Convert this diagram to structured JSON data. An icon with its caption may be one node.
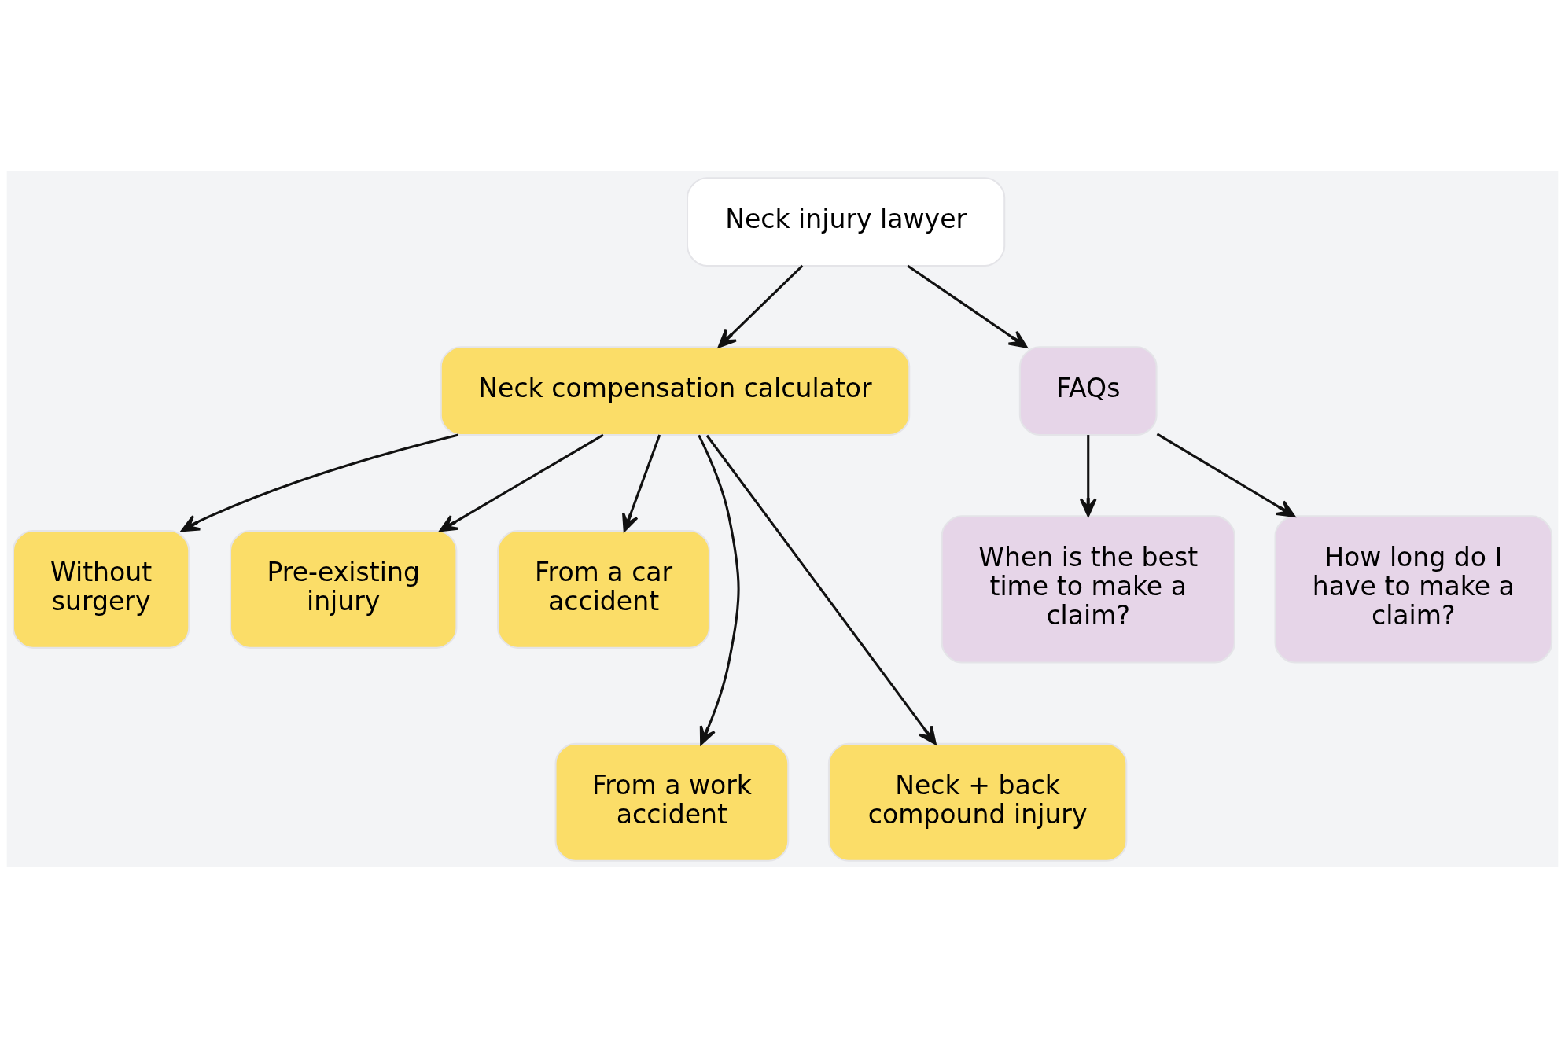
{
  "diagram": {
    "nodes": [
      {
        "text": [
          "Neck injury lawyer"
        ]
      },
      {
        "text": [
          "Neck compensation calculator"
        ]
      },
      {
        "text": [
          "FAQs"
        ]
      },
      {
        "text": [
          "Without surgery"
        ]
      },
      {
        "text": [
          "Pre-existing injury"
        ]
      },
      {
        "text": [
          "From a car accident"
        ]
      },
      {
        "text": [
          "From a work accident"
        ]
      },
      {
        "text": [
          "Neck + back compound injury"
        ]
      },
      {
        "text": [
          "When is the best time to make a claim?"
        ]
      },
      {
        "text": [
          "How long do I have to make a claim?"
        ]
      }
    ],
    "edges": [
      {
        "from": 0,
        "to": 1,
        "arrow": "to"
      },
      {
        "from": 0,
        "to": 2,
        "arrow": "to"
      },
      {
        "from": 1,
        "to": 3,
        "arrow": "to"
      },
      {
        "from": 1,
        "to": 6,
        "arrow": "to"
      },
      {
        "from": 1,
        "to": 4,
        "arrow": "to"
      },
      {
        "from": 1,
        "to": 7,
        "arrow": "to"
      },
      {
        "from": 1,
        "to": 5,
        "arrow": "to"
      },
      {
        "from": 2,
        "to": 8,
        "arrow": "to"
      },
      {
        "from": 2,
        "to": 9,
        "arrow": "to"
      }
    ]
  }
}
